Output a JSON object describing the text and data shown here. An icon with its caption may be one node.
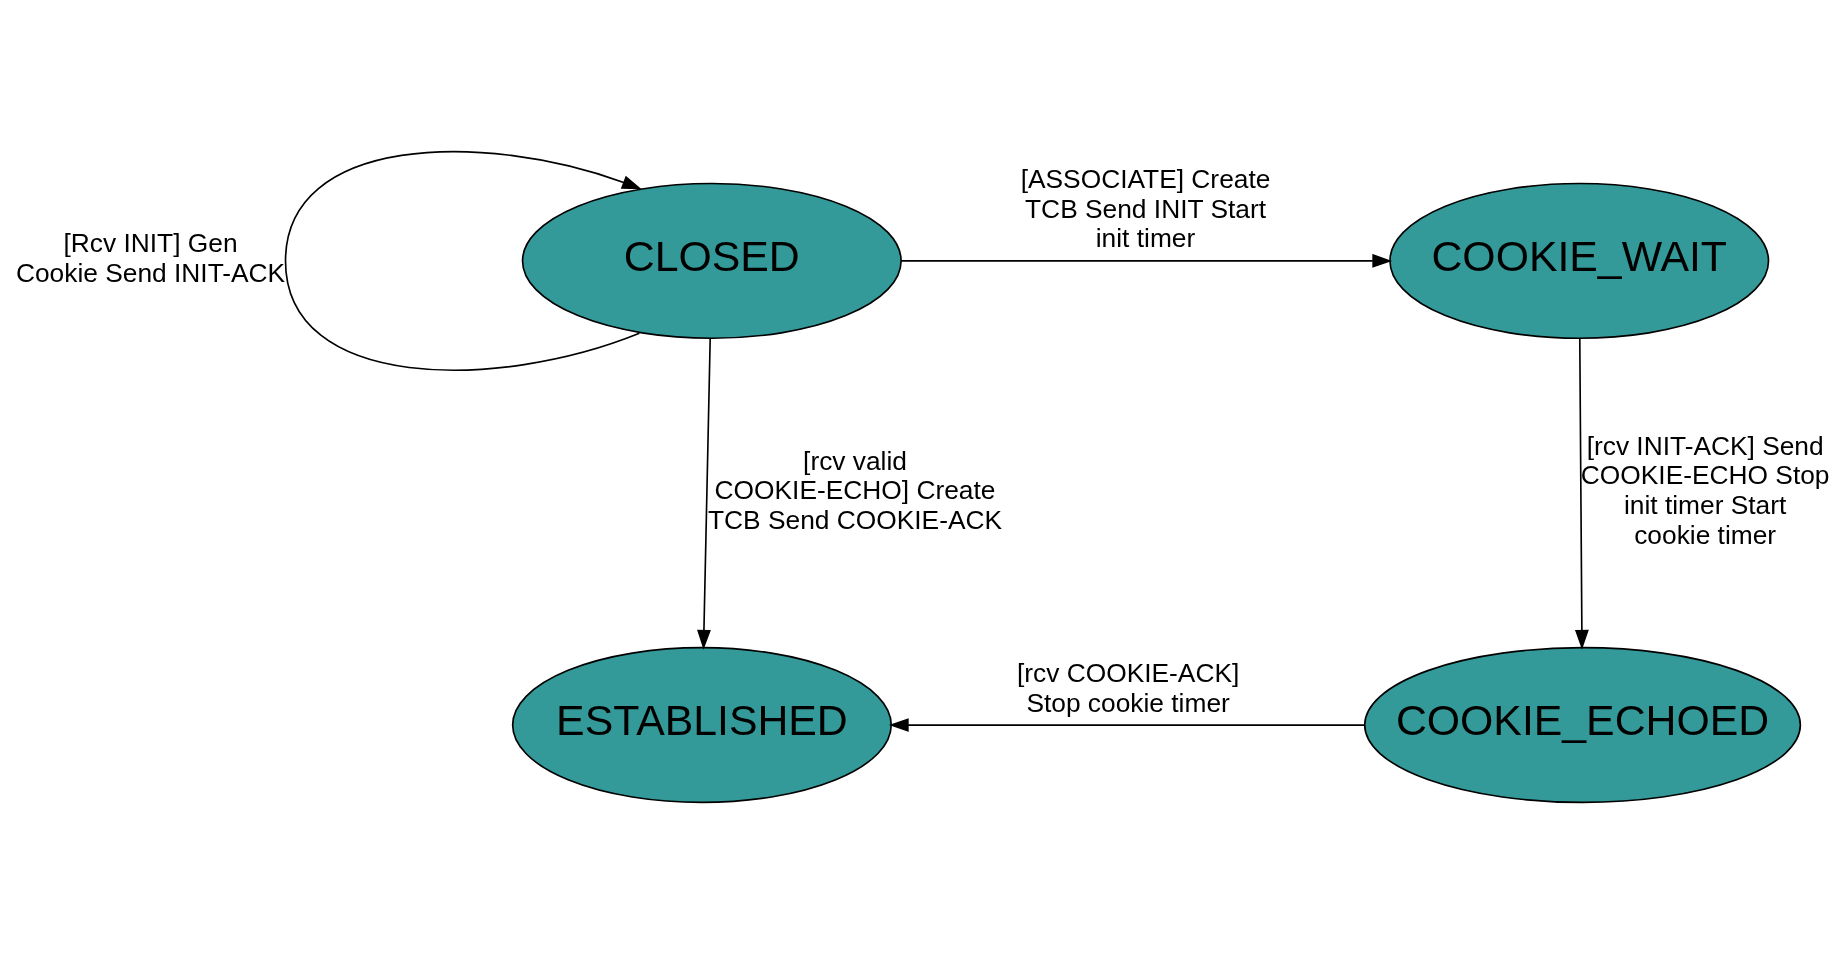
{
  "diagram": {
    "nodes": [
      {
        "text": [
          "CLOSED"
        ]
      },
      {
        "text": [
          "COOKIE_WAIT"
        ]
      },
      {
        "text": [
          "COOKIE_ECHOED"
        ]
      },
      {
        "text": [
          "ESTABLISHED"
        ]
      }
    ],
    "edges": [
      {
        "from": 0,
        "to": 0,
        "arrow": "to",
        "label": "[Rcv INIT] Gen Cookie Send INIT-ACK"
      },
      {
        "from": 0,
        "to": 1,
        "arrow": "to",
        "label": "[ASSOCIATE] Create TCB Send INIT Start init timer"
      },
      {
        "from": 1,
        "to": 2,
        "arrow": "to",
        "label": "[rcv INIT-ACK] Send COOKIE-ECHO Stop init timer Start cookie timer"
      },
      {
        "from": 0,
        "to": 3,
        "arrow": "to",
        "label": "[rcv valid COOKIE-ECHO] Create TCB Send COOKIE-ACK"
      },
      {
        "from": 2,
        "to": 3,
        "arrow": "to",
        "label": "[rcv COOKIE-ACK] Stop cookie timer"
      }
    ]
  }
}
